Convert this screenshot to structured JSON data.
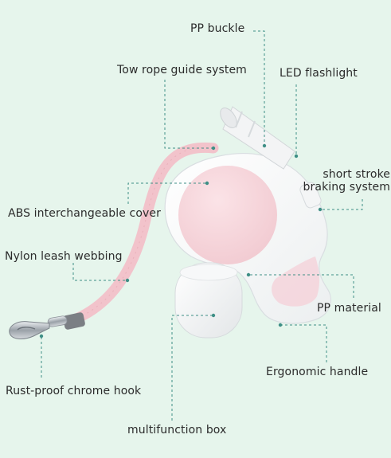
{
  "callouts": {
    "pp_buckle": "PP buckle",
    "tow_rope_guide": "Tow rope guide system",
    "led_flashlight": "LED flashlight",
    "short_stroke_line1": "short stroke",
    "short_stroke_line2": "braking system",
    "abs_cover": "ABS interchangeable cover",
    "nylon_webbing": "Nylon leash webbing",
    "pp_material": "PP material",
    "ergonomic_handle": "Ergonomic handle",
    "chrome_hook": "Rust-proof chrome hook",
    "multifunction_box": "multifunction box"
  },
  "colors": {
    "background": "#e6f5ec",
    "leader_line": "#3f8f86",
    "body_white": "#ffffff",
    "cover_pink": "#f7d6dc",
    "webbing_pink": "#f2c3cb",
    "chrome": "#b9bec4",
    "grip_gray": "#7b7f84"
  }
}
